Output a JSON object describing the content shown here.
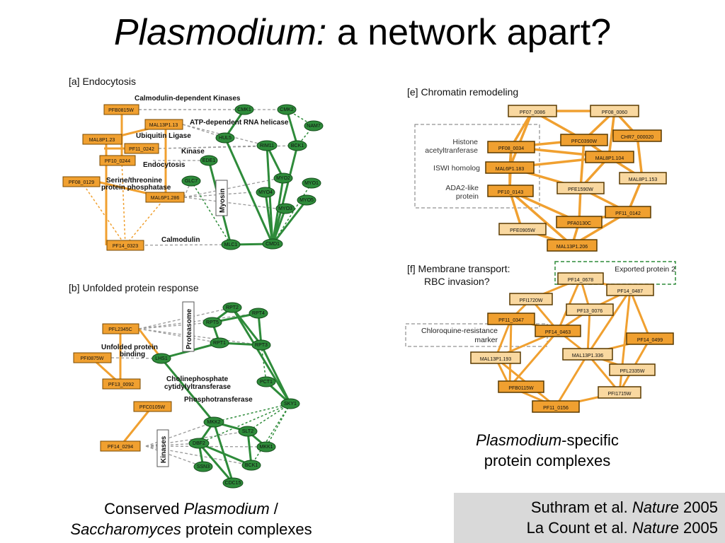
{
  "slide": {
    "title_italic": "Plasmodium:",
    "title_rest": " a network apart?"
  },
  "panel_a": {
    "label": "[a] Endocytosis",
    "annotations": [
      "Calmodulin-dependent Kinases",
      "ATP-dependent RNA helicase",
      "Ubiquitin Ligase",
      "Kinase",
      "Endocytosis",
      "Serine/threonine",
      "protein phosphatase",
      "Calmodulin"
    ],
    "group_box": "Myosin",
    "orange_nodes": [
      "PFB0815W",
      "MAL13P1.13",
      "MAL8P1.23",
      "PF11_0242",
      "PF10_0244",
      "PF08_0129",
      "MAL6P1.286",
      "PF14_0323"
    ],
    "green_nodes": [
      "CMK1",
      "CMK2",
      "NAM7",
      "HUL5",
      "RIM11",
      "BCK1",
      "EDE1",
      "MYO2",
      "GLC7",
      "MYO1",
      "MYO4",
      "MYO5",
      "MYO3",
      "MLC1",
      "CMD1"
    ]
  },
  "panel_b": {
    "label": "[b] Unfolded protein response",
    "annotations": [
      "Unfolded protein",
      "binding",
      "Cholinephosphate",
      "cytidylyltransferase",
      "Phosphotransferase"
    ],
    "group_boxes": [
      "Proteasome",
      "Kinases"
    ],
    "orange_nodes": [
      "PFL2345C",
      "PFI0875W",
      "PF13_0092",
      "PFC0105W",
      "PF14_0294"
    ],
    "green_nodes": [
      "RPT2",
      "RPT4",
      "RPT5",
      "RPT1",
      "RPT3",
      "LHS1",
      "PCT1",
      "SKY1",
      "MKK2",
      "SLT2",
      "DBF2",
      "MKK1",
      "SSN3",
      "BCK1",
      "CDC15"
    ]
  },
  "panel_e": {
    "label": "[e]  Chromatin remodeling",
    "box_labels": [
      "Histone",
      "acetyltranferase",
      "ISWI homolog",
      "ADA2-like",
      "protein"
    ],
    "nodes": [
      "PF07_0086",
      "PF08_0060",
      "PFC0390W",
      "CHR7_000020",
      "PF08_0034",
      "MAL8P1.104",
      "MAL6P1.183",
      "MAL8P1.153",
      "PF10_0143",
      "PFE1590W",
      "PF11_0142",
      "PFA0130C",
      "PFE0905W",
      "MAL13P1.206"
    ]
  },
  "panel_f": {
    "label_line1": "[f]  Membrane transport:",
    "label_line2": "RBC invasion?",
    "box_labels": [
      "Exported protein 2",
      "Chloroquine-resistance",
      "marker"
    ],
    "nodes": [
      "PF14_0678",
      "PF14_0487",
      "PFI1720W",
      "PF13_0076",
      "PF11_0347",
      "PF14_0463",
      "PF14_0499",
      "MAL13P1.336",
      "MAL13P1.193",
      "PFL2335W",
      "PFB0115W",
      "PFI1715W",
      "PF11_0156"
    ]
  },
  "captions": {
    "right_italic": "Plasmodium",
    "right_rest": "-specific",
    "right_line2": "protein complexes",
    "left_pre": "Conserved ",
    "left_italic": "Plasmodium",
    "left_post": " /",
    "left_italic2": "Saccharomyces",
    "left_post2": " protein complexes"
  },
  "citations": {
    "c1_pre": "Suthram et al. ",
    "c1_journal": "Nature",
    "c1_year": " 2005",
    "c2_pre": "La Count et al. ",
    "c2_journal": "Nature",
    "c2_year": " 2005"
  },
  "colors": {
    "orange_fill": "#f0a030",
    "orange_edge": "#f0a030",
    "green_fill": "#2e8b3a",
    "green_edge": "#2e8b3a",
    "gray_edge": "#999999",
    "citation_bg": "#d9d9d9"
  }
}
